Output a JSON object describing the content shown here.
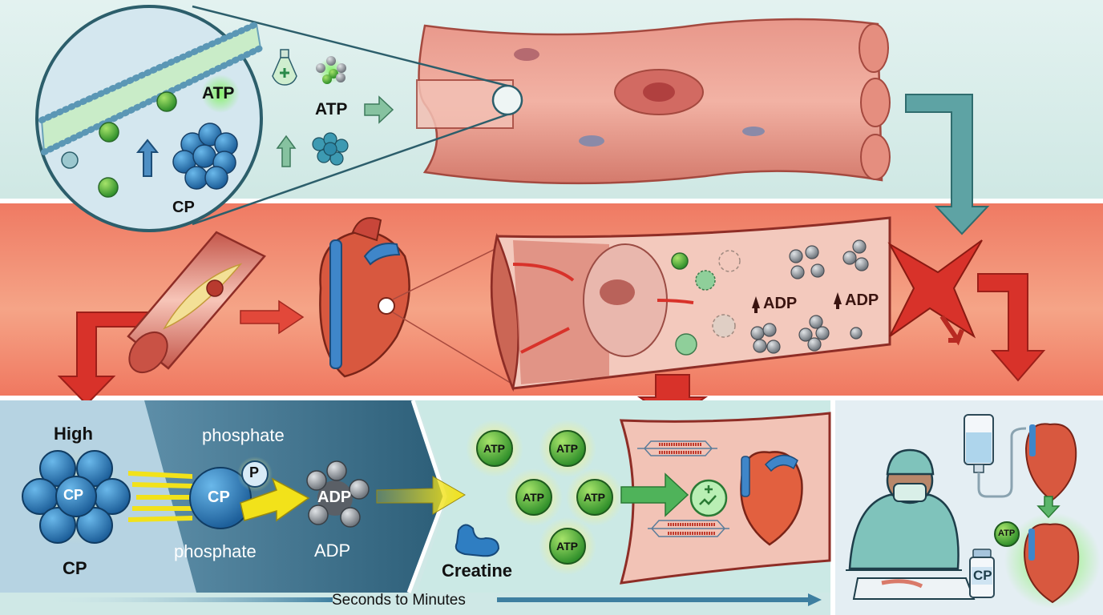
{
  "top_panel": {
    "zoom_inset": {
      "atp_label": "ATP",
      "cp_label": "CP"
    },
    "middle_labels": {
      "atp_label": "ATP"
    }
  },
  "middle_panel": {
    "adp_labels": [
      "ADP",
      "ADP"
    ]
  },
  "bottom_panel": {
    "stage1": {
      "high_label": "High",
      "cp_center": "CP",
      "cp_label": "CP"
    },
    "stage2": {
      "phosphate_top": "phosphate",
      "cp_ball": "CP",
      "p_ball": "P",
      "phosphate_bottom": "phosphate",
      "adp_ball": "ADP",
      "adp_label": "ADP"
    },
    "stage3": {
      "atp_balls": [
        "ATP",
        "ATP",
        "ATP",
        "ATP",
        "ATP"
      ],
      "creatine_label": "Creatine"
    },
    "timeline_label": "Seconds to Minutes"
  },
  "clinical_panel": {
    "atp_badge": "ATP",
    "cp_bottle_label": "CP"
  },
  "colors": {
    "top_bg": "#d9efec",
    "mid_bg": "#f28a70",
    "bottom_bg": "#cfe8e6",
    "atp_green": "#4caf3c",
    "cp_blue": "#2a7fc0",
    "adp_gray": "#8a8f96",
    "arrow_red": "#d8322a",
    "arrow_yellow": "#f2e21a",
    "arrow_green": "#4fb35a",
    "dark_teal": "#2f6c86"
  }
}
